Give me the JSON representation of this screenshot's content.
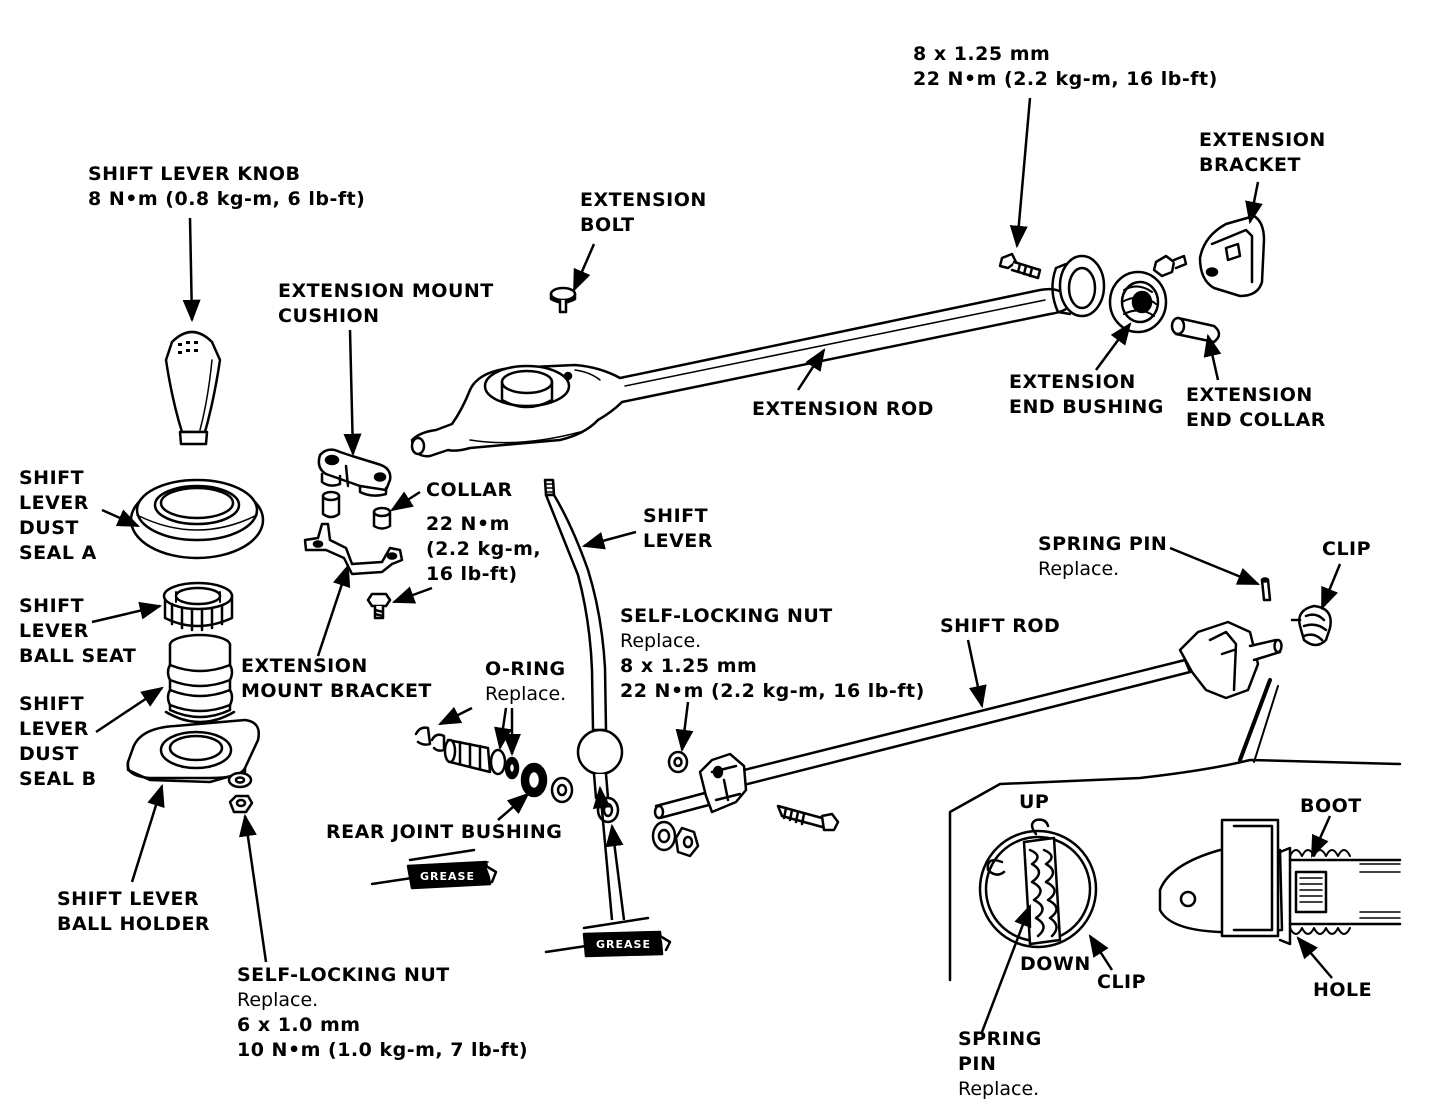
{
  "labels": {
    "ext_bolt_spec": {
      "size": "8 x 1.25 mm",
      "torque": "22 N•m (2.2 kg-m, 16 lb-ft)"
    },
    "extension_bracket": [
      "EXTENSION",
      "BRACKET"
    ],
    "shift_lever_knob": {
      "name": "SHIFT LEVER KNOB",
      "torque": "8 N•m (0.8 kg-m, 6 lb-ft)"
    },
    "extension_bolt": [
      "EXTENSION",
      "BOLT"
    ],
    "extension_mount_cushion": [
      "EXTENSION MOUNT",
      "CUSHION"
    ],
    "extension_rod": "EXTENSION ROD",
    "extension_end_bushing": [
      "EXTENSION",
      "END BUSHING"
    ],
    "extension_end_collar": [
      "EXTENSION",
      "END COLLAR"
    ],
    "shift_lever_dust_seal_a": [
      "SHIFT",
      "LEVER",
      "DUST",
      "SEAL A"
    ],
    "collar": {
      "name": "COLLAR",
      "torque": [
        "22 N•m",
        "(2.2 kg-m,",
        "16 lb-ft)"
      ]
    },
    "shift_lever": [
      "SHIFT",
      "LEVER"
    ],
    "spring_pin_top": {
      "name": "SPRING PIN",
      "note": "Replace."
    },
    "clip_top": "CLIP",
    "shift_lever_ball_seat": [
      "SHIFT",
      "LEVER",
      "BALL SEAT"
    ],
    "self_locking_nut_mid": {
      "name": "SELF-LOCKING NUT",
      "note": "Replace.",
      "size": "8 x 1.25 mm",
      "torque": "22 N•m (2.2 kg-m, 16 lb-ft)"
    },
    "shift_rod": "SHIFT ROD",
    "extension_mount_bracket": [
      "EXTENSION",
      "MOUNT BRACKET"
    ],
    "o_ring": {
      "name": "O-RING",
      "note": "Replace."
    },
    "shift_lever_dust_seal_b": [
      "SHIFT",
      "LEVER",
      "DUST",
      "SEAL B"
    ],
    "rear_joint_bushing": "REAR JOINT BUSHING",
    "shift_lever_ball_holder": [
      "SHIFT LEVER",
      "BALL HOLDER"
    ],
    "self_locking_nut_bottom": {
      "name": "SELF-LOCKING NUT",
      "note": "Replace.",
      "size": "6 x 1.0 mm",
      "torque": "10 N•m (1.0 kg-m, 7 lb-ft)"
    },
    "grease": "GREASE",
    "inset": {
      "up": "UP",
      "down": "DOWN",
      "clip": "CLIP",
      "spring_pin": [
        "SPRING",
        "PIN"
      ],
      "spring_pin_note": "Replace.",
      "boot": "BOOT",
      "hole": "HOLE"
    }
  }
}
